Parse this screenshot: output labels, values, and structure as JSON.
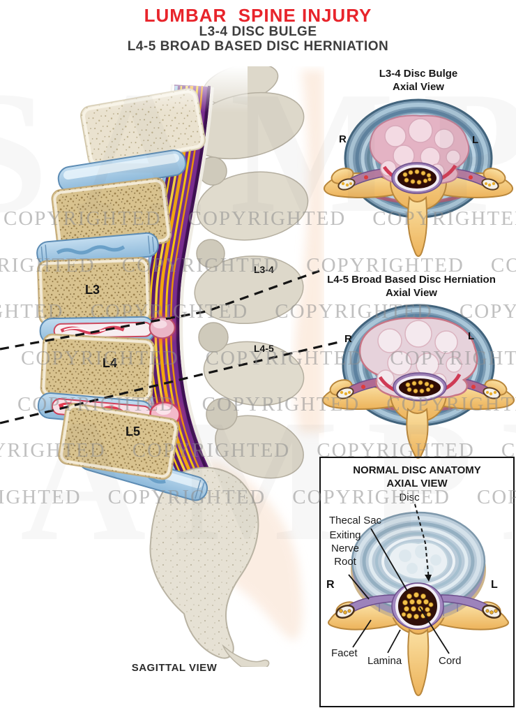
{
  "title": {
    "main": "LUMBAR  SPINE INJURY",
    "sub1": "L3-4 DISC BULGE",
    "sub2": "L4-5 BROAD BASED DISC HERNIATION"
  },
  "sagittal": {
    "caption": "SAGITTAL VIEW",
    "vertebra_labels": {
      "l3": "L3",
      "l4": "L4",
      "l5": "L5"
    },
    "level_pointers": {
      "l3_4": "L3-4",
      "l4_5": "L4-5"
    }
  },
  "axial_view_1": {
    "title": "L3-4 Disc Bulge",
    "subtitle": "Axial View",
    "right_marker": "R",
    "left_marker": "L"
  },
  "axial_view_2": {
    "title": "L4-5 Broad Based Disc Herniation",
    "subtitle": "Axial View",
    "right_marker": "R",
    "left_marker": "L"
  },
  "normal_box": {
    "title": "NORMAL DISC ANATOMY",
    "subtitle": "AXIAL VIEW",
    "right_marker": "R",
    "left_marker": "L",
    "labels": {
      "disc": "Disc",
      "thecal_sac": "Thecal Sac",
      "exiting_nerve_root": "Exiting Nerve Root",
      "facet": "Facet",
      "lamina": "Lamina",
      "cord": "Cord"
    }
  },
  "watermark": {
    "text": "COPYRIGHTED",
    "sample_text": "SAMPLE"
  },
  "colors": {
    "title_red": "#e8242b",
    "subtitle_gray": "#3d3d3d",
    "watermark_gray": "#8e8e8e",
    "bone_yellow": "#f3c36e",
    "disc_blue": "#a9cde8",
    "nucleus_pink": "#e7b6c6",
    "canal_purple": "#5a1a6e",
    "nerve_yellow": "#f6c40a",
    "herniation_red": "#e23a50"
  }
}
